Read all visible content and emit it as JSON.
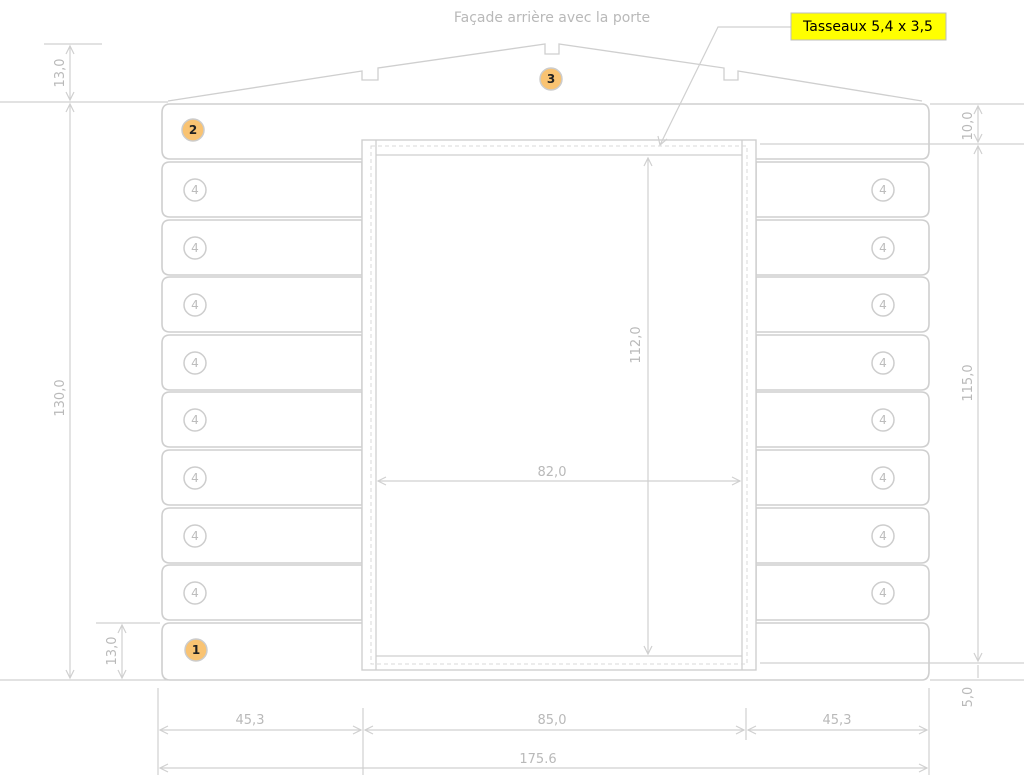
{
  "title": "Façade arrière avec la porte",
  "callout": {
    "label": "Tasseaux 5,4 x 3,5",
    "background": "#ffff00"
  },
  "colors": {
    "lines": "#cfcfcf",
    "dim_text": "#b9b9b9",
    "marker_fill": "#f9c372"
  },
  "markers": {
    "roof": "3",
    "top_plank": "2",
    "bottom_plank": "1",
    "side_plank": "4"
  },
  "dimensions": {
    "roof_height": "13,0",
    "wall_height": "130,0",
    "bottom_plank_height": "13,0",
    "top_right_gap": "10,0",
    "right_height": "115,0",
    "bottom_right_gap": "5,0",
    "door_height": "112,0",
    "door_width": "82,0",
    "left_width": "45,3",
    "middle_width": "85,0",
    "right_width": "45,3",
    "total_width": "175.6"
  }
}
